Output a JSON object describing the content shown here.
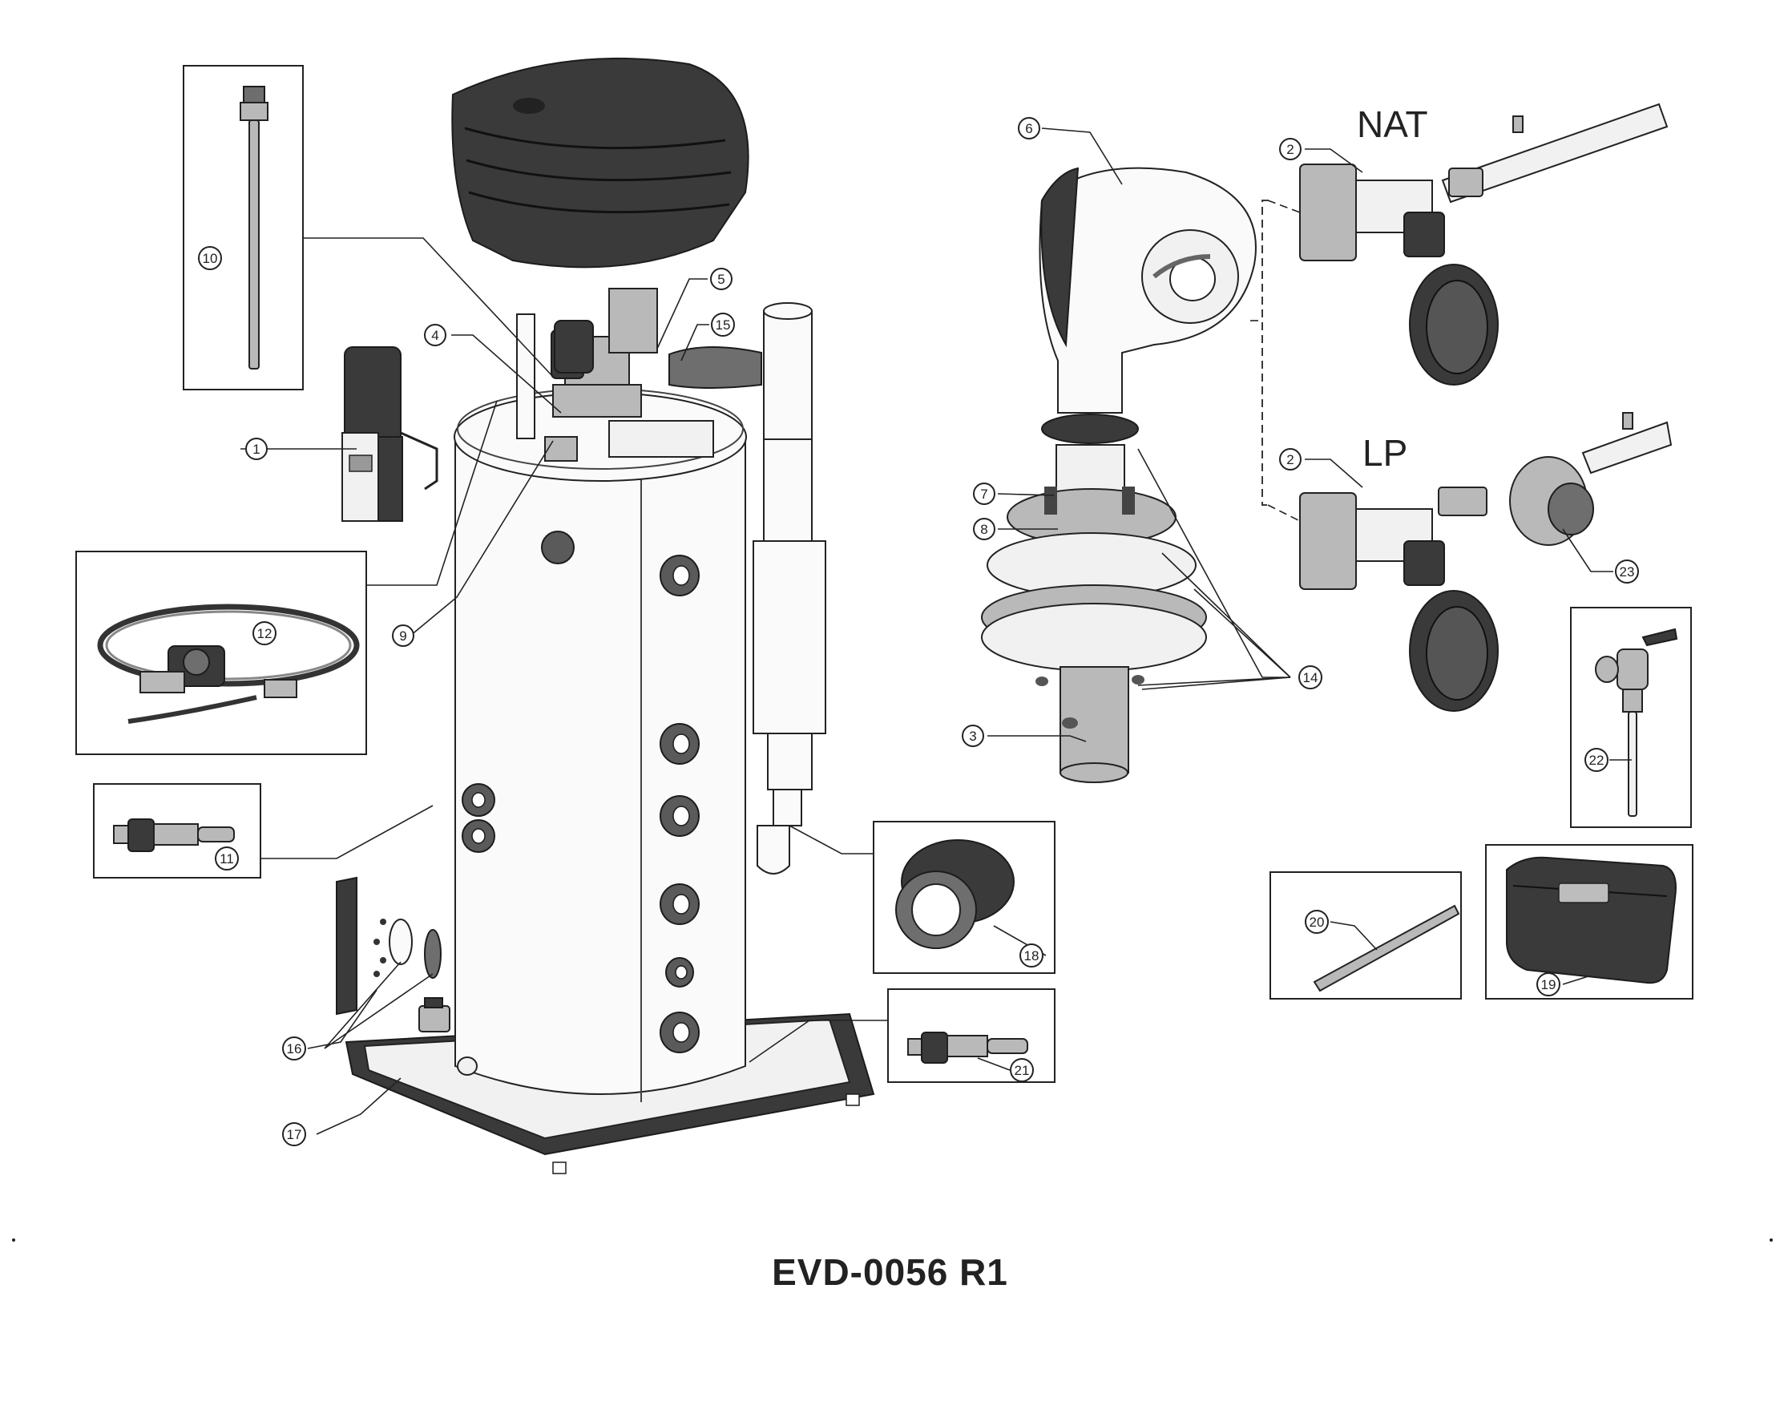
{
  "diagram_code": "EVD-0056 R1",
  "variants": {
    "nat": "NAT",
    "lp": "LP"
  },
  "callouts": [
    {
      "id": "c1",
      "label": "1"
    },
    {
      "id": "c2a",
      "label": "2"
    },
    {
      "id": "c2b",
      "label": "2"
    },
    {
      "id": "c3",
      "label": "3"
    },
    {
      "id": "c4",
      "label": "4"
    },
    {
      "id": "c5",
      "label": "5"
    },
    {
      "id": "c6",
      "label": "6"
    },
    {
      "id": "c7",
      "label": "7"
    },
    {
      "id": "c8",
      "label": "8"
    },
    {
      "id": "c9",
      "label": "9"
    },
    {
      "id": "c10",
      "label": "10"
    },
    {
      "id": "c11",
      "label": "11"
    },
    {
      "id": "c12",
      "label": "12"
    },
    {
      "id": "c14",
      "label": "14"
    },
    {
      "id": "c15",
      "label": "15"
    },
    {
      "id": "c16",
      "label": "16"
    },
    {
      "id": "c17",
      "label": "17"
    },
    {
      "id": "c18",
      "label": "18"
    },
    {
      "id": "c19",
      "label": "19"
    },
    {
      "id": "c20",
      "label": "20"
    },
    {
      "id": "c21",
      "label": "21"
    },
    {
      "id": "c22",
      "label": "22"
    },
    {
      "id": "c23",
      "label": "23"
    }
  ]
}
